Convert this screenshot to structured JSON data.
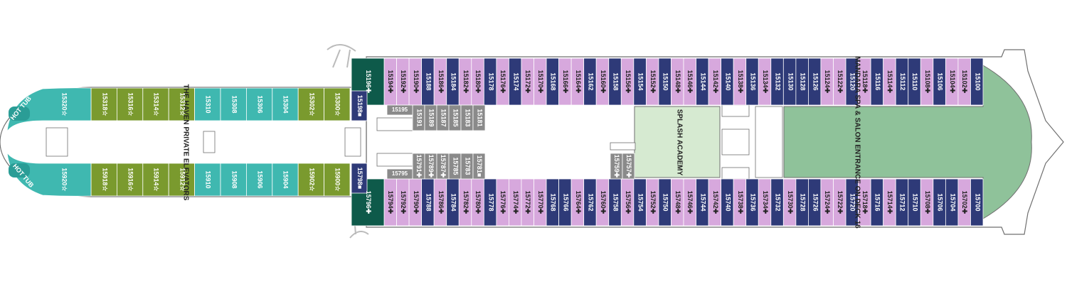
{
  "colors": {
    "purple": "#d7a8dd",
    "navy": "#2e3a78",
    "olive": "#7a9a2e",
    "teal": "#3fb8b0",
    "darkgreen": "#0e5a4a",
    "gray": "#8a8a8a",
    "spa": "#8fc29a",
    "splash": "#d6ead1",
    "outline": "#6f6f6f"
  },
  "labels": {
    "haven_elevators": "THE HAVEN PRIVATE ELEVATORS",
    "splash_academy": "SPLASH ACADEMY",
    "spa": "MANDARA SPA & SALON ENTRANCE ON DECK 16",
    "hot_tub_top": "HOT TUB",
    "hot_tub_bottom": "HOT TUB"
  },
  "cabins": {
    "top_row": [
      "15194✚",
      "15192✚",
      "15190✚",
      "15188",
      "15186✚",
      "15184",
      "15182✚",
      "15180✚",
      "15178",
      "15176✚",
      "15174",
      "15172✚",
      "15170✚",
      "15168",
      "15166✚",
      "15164✚",
      "15162",
      "15160✚",
      "15158",
      "15156✚",
      "15154",
      "15152✚",
      "15150",
      "15148✚",
      "15146✚",
      "15144",
      "15142✚",
      "15140",
      "15138✚",
      "15136",
      "15134✚",
      "15132",
      "15130",
      "15128",
      "15126",
      "15124✚",
      "15122✚",
      "15120",
      "15118✚",
      "15116",
      "15114✚",
      "15112",
      "15110",
      "15108✚",
      "15106",
      "15104✚",
      "15102✚",
      "15100"
    ],
    "top_row_colors": [
      "p",
      "p",
      "p",
      "n",
      "p",
      "n",
      "p",
      "p",
      "n",
      "p",
      "n",
      "p",
      "p",
      "n",
      "p",
      "p",
      "n",
      "p",
      "n",
      "p",
      "n",
      "p",
      "n",
      "p",
      "p",
      "n",
      "p",
      "n",
      "p",
      "n",
      "p",
      "n",
      "n",
      "n",
      "n",
      "p",
      "p",
      "n",
      "p",
      "n",
      "p",
      "n",
      "n",
      "p",
      "n",
      "p",
      "p",
      "n"
    ],
    "bottom_row": [
      "15794✚",
      "15792✚",
      "15790✚",
      "15788",
      "15786✚",
      "15784",
      "15782✚",
      "15780✚",
      "15778",
      "15776✚",
      "15774✚",
      "15772✚",
      "15770✚",
      "15768",
      "15766",
      "15764✚",
      "15762",
      "15760✚",
      "15758",
      "15756✚",
      "15754",
      "15752✚",
      "15750",
      "15748✚",
      "15746✚",
      "15744",
      "15742✚",
      "15740",
      "15738✚",
      "15736",
      "15734✚",
      "15732",
      "15730✚",
      "15728",
      "15726",
      "15724✚",
      "15722✚",
      "15720",
      "15718✚",
      "15716",
      "15714✚",
      "15712",
      "15710",
      "15708✚",
      "15706",
      "15704",
      "15702✚",
      "15700"
    ],
    "bottom_row_colors": [
      "p",
      "p",
      "p",
      "n",
      "p",
      "n",
      "p",
      "p",
      "n",
      "p",
      "p",
      "p",
      "p",
      "n",
      "n",
      "p",
      "n",
      "p",
      "n",
      "p",
      "n",
      "p",
      "n",
      "p",
      "p",
      "n",
      "p",
      "n",
      "p",
      "n",
      "p",
      "n",
      "p",
      "n",
      "n",
      "p",
      "p",
      "n",
      "p",
      "n",
      "p",
      "n",
      "n",
      "p",
      "n",
      "n",
      "p",
      "n"
    ],
    "haven_top": [
      "15318☆",
      "15316☆",
      "15314☆",
      "15312☆",
      "15310",
      "15308",
      "15306",
      "15304",
      "15302☆",
      "15300☆"
    ],
    "haven_top_colors": [
      "o",
      "o",
      "o",
      "o",
      "t",
      "t",
      "t",
      "t",
      "o",
      "o"
    ],
    "haven_bottom": [
      "15918☆",
      "15916☆",
      "15914☆",
      "15912☆",
      "15910",
      "15908",
      "15906",
      "15904",
      "15902☆",
      "15900☆"
    ],
    "haven_bottom_colors": [
      "o",
      "o",
      "o",
      "o",
      "t",
      "t",
      "t",
      "t",
      "o",
      "o"
    ],
    "forward_suite_top": "15320☆",
    "forward_suite_bottom": "15920☆",
    "corner_top": "15196✚",
    "corner_bottom": "15796✚",
    "corner_small_top": "15198■",
    "corner_small_bottom": "15798■",
    "inner_top": [
      "15191",
      "15189",
      "15187",
      "15185",
      "15183",
      "15181"
    ],
    "inner_top_wide": "15195",
    "inner_bottom": [
      "15791✚",
      "15789✚",
      "15787✚",
      "15785",
      "15783",
      "15781■"
    ],
    "inner_bottom_wide": "15795",
    "inner_mid_top": "15757✚",
    "inner_mid_bottom": "15759✚"
  }
}
